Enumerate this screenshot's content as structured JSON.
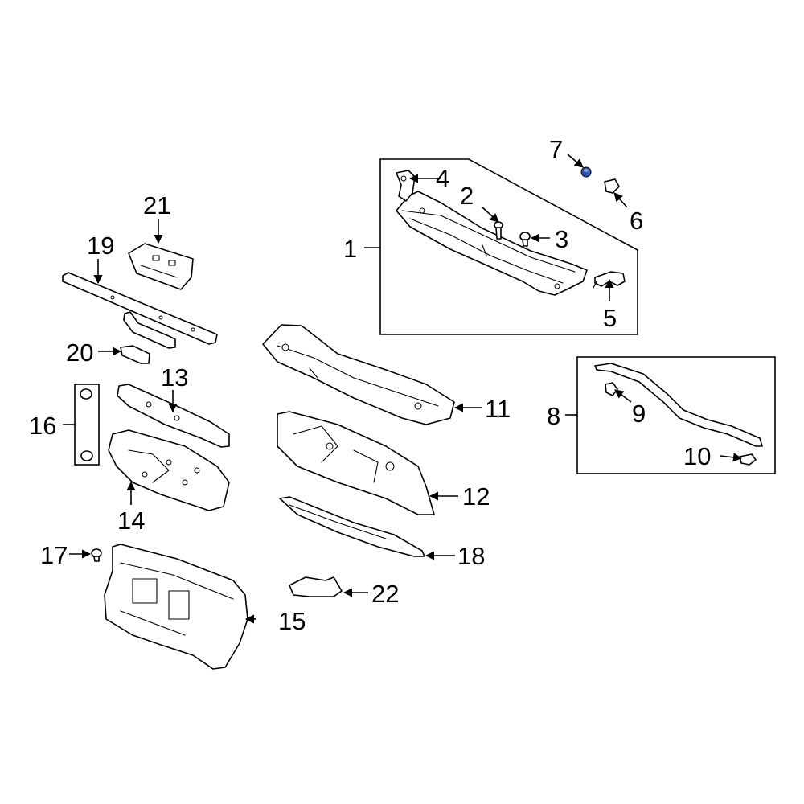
{
  "accent_color": "#2f4fb0",
  "callouts": {
    "c1": "1",
    "c2": "2",
    "c3": "3",
    "c4": "4",
    "c5": "5",
    "c6": "6",
    "c7": "7",
    "c8": "8",
    "c9": "9",
    "c10": "10",
    "c11": "11",
    "c12": "12",
    "c13": "13",
    "c14": "14",
    "c15": "15",
    "c16": "16",
    "c17": "17",
    "c18": "18",
    "c19": "19",
    "c20": "20",
    "c21": "21",
    "c22": "22"
  }
}
